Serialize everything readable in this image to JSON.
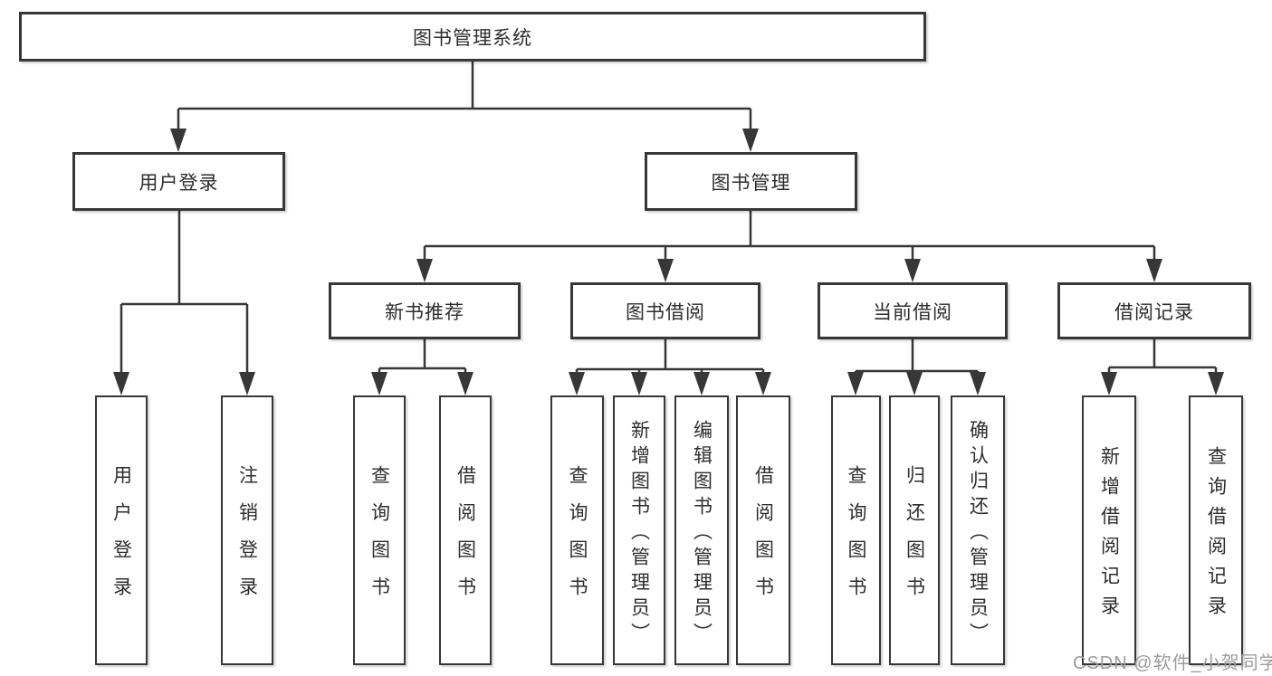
{
  "tree": {
    "label": "图书管理系统",
    "children": [
      {
        "label": "用户登录",
        "children": [
          {
            "label": "用户登录"
          },
          {
            "label": "注销登录"
          }
        ]
      },
      {
        "label": "图书管理",
        "children": [
          {
            "label": "新书推荐",
            "children": [
              {
                "label": "查询图书"
              },
              {
                "label": "借阅图书"
              }
            ]
          },
          {
            "label": "图书借阅",
            "children": [
              {
                "label": "查询图书"
              },
              {
                "label": "新增图书（管理员）"
              },
              {
                "label": "编辑图书（管理员）"
              },
              {
                "label": "借阅图书"
              }
            ]
          },
          {
            "label": "当前借阅",
            "children": [
              {
                "label": "查询图书"
              },
              {
                "label": "归还图书"
              },
              {
                "label": "确认归还（管理员）"
              }
            ]
          },
          {
            "label": "借阅记录",
            "children": [
              {
                "label": "新增借阅记录"
              },
              {
                "label": "查询借阅记录"
              }
            ]
          }
        ]
      }
    ]
  },
  "watermark": {
    "text": "CSDN @软件_小贺同学"
  },
  "colors": {
    "line": "#373737",
    "text": "#2d2d2d",
    "watermark": "#9c9c9c",
    "background": "#ffffff"
  }
}
